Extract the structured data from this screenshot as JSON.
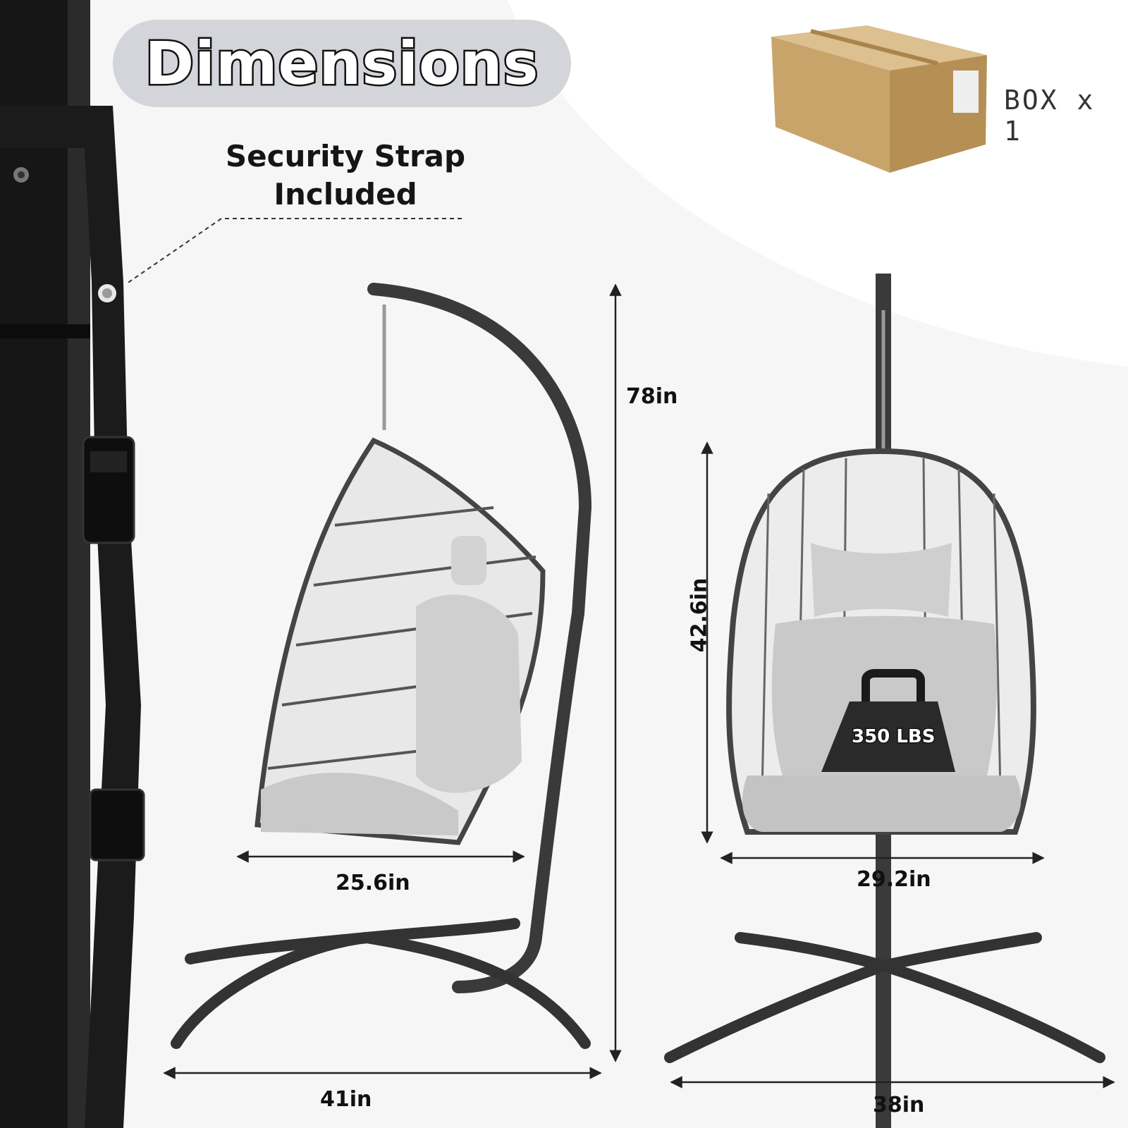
{
  "title": "Dimensions",
  "callout": {
    "line1": "Security Strap",
    "line2": "Included"
  },
  "box_label": "BOX x 1",
  "weight_capacity": "350 LBS",
  "side_view": {
    "height": "78in",
    "seat_width": "25.6in",
    "base_width": "41in"
  },
  "front_view": {
    "basket_height": "42.6in",
    "basket_width": "29.2in",
    "base_width": "38in"
  },
  "colors": {
    "frame": "#2a2a2a",
    "cushion": "#c9c9c9",
    "wicker": "#4a4a4a",
    "box": "#c9a46a",
    "pill": "#d3d5da"
  },
  "icons": [
    "strap-buckle-icon",
    "cardboard-box-icon",
    "weight-icon"
  ]
}
